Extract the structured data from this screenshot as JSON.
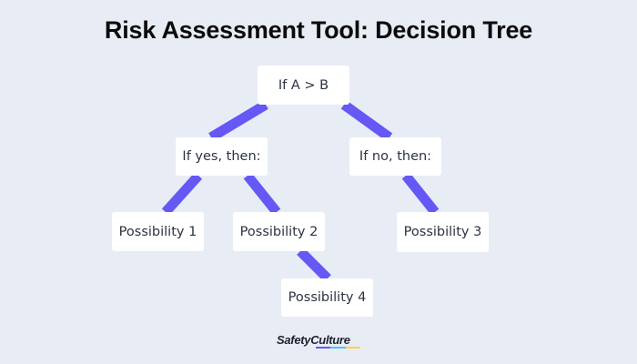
{
  "title": "Risk Assessment Tool: Decision Tree",
  "colors": {
    "background": "#e8ecf5",
    "edge": "#6558f5",
    "node_fill": "#ffffff",
    "node_text": "#2b3340",
    "title_text": "#0b0b0b"
  },
  "nodes": {
    "root": {
      "label": "If A > B"
    },
    "yes_branch": {
      "label": "If yes, then:"
    },
    "no_branch": {
      "label": "If no, then:"
    },
    "possibility_1": {
      "label": "Possibility 1"
    },
    "possibility_2": {
      "label": "Possibility 2"
    },
    "possibility_3": {
      "label": "Possibility 3"
    },
    "possibility_4": {
      "label": "Possibility 4"
    }
  },
  "edges": [
    {
      "from": "root",
      "to": "yes_branch"
    },
    {
      "from": "root",
      "to": "no_branch"
    },
    {
      "from": "yes_branch",
      "to": "possibility_1"
    },
    {
      "from": "yes_branch",
      "to": "possibility_2"
    },
    {
      "from": "no_branch",
      "to": "possibility_3"
    },
    {
      "from": "possibility_2",
      "to": "possibility_4"
    }
  ],
  "branding": {
    "logo_text": "SafetyCulture",
    "underline_colors": [
      "#6558f5",
      "#4fc3f7",
      "#ffd23f"
    ]
  }
}
